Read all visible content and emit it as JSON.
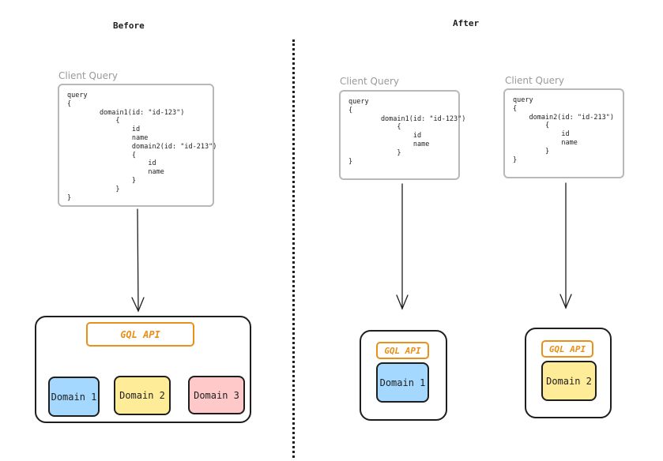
{
  "headings": {
    "before": "Before",
    "after": "After"
  },
  "cards": {
    "before": {
      "label": "Client Query",
      "code": "query\n{\n        domain1(id: \"id-123\")\n            {\n                id\n                name\n                domain2(id: \"id-213\")\n                {\n                    id\n                    name\n                }\n            }\n}"
    },
    "after_left": {
      "label": "Client Query",
      "code": "query\n{\n        domain1(id: \"id-123\")\n            {\n                id\n                name\n            }\n}"
    },
    "after_right": {
      "label": "Client Query",
      "code": "query\n{\n    domain2(id: \"id-213\")\n        {\n            id\n            name\n        }\n}"
    }
  },
  "api_label": "GQL API",
  "domains": {
    "d1": "Domain 1",
    "d2": "Domain 2",
    "d3": "Domain 3"
  },
  "colors": {
    "domain1": "#a5d8ff",
    "domain2": "#ffec99",
    "domain3": "#ffc9c9",
    "api": "#e8901a"
  }
}
